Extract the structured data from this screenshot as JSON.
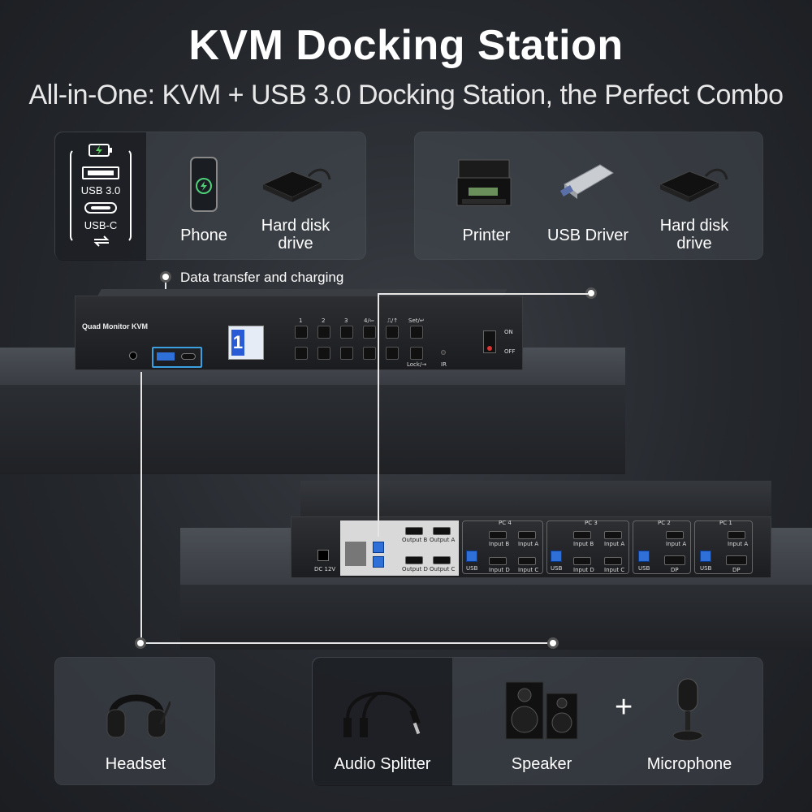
{
  "header": {
    "title": "KVM Docking Station",
    "subtitle": "All-in-One: KVM + USB 3.0 Docking Station, the Perfect Combo"
  },
  "top_left_panel": {
    "ports": [
      "USB 3.0",
      "USB-C"
    ],
    "items": [
      "Phone",
      "Hard disk\ndrive"
    ]
  },
  "top_right_panel": {
    "items": [
      "Printer",
      "USB Driver",
      "Hard disk\ndrive"
    ]
  },
  "callout": "Data transfer and charging",
  "front_device": {
    "model_label": "Quad Monitor KVM",
    "display_digit": "1",
    "key_labels_top": [
      "1",
      "2",
      "3",
      "4/⇦",
      "⎍/↑",
      "Set/↵"
    ],
    "key_labels_bottom": [
      "Lock/→",
      "IR"
    ],
    "switch_labels": [
      "ON",
      "OFF"
    ]
  },
  "back_device": {
    "pc_labels": [
      "PC 4",
      "PC 3",
      "PC 2",
      "PC 1"
    ],
    "output_labels": [
      "Output B",
      "Output A",
      "Output D",
      "Output C"
    ],
    "input_labels": [
      "Input B",
      "Input A",
      "Input D",
      "Input C"
    ],
    "port_labels": [
      "USB",
      "DP"
    ],
    "power_label": "DC 12V"
  },
  "bottom_left_panel": {
    "items": [
      "Headset"
    ]
  },
  "bottom_right_panel": {
    "items": [
      "Audio Splitter",
      "Speaker",
      "Microphone"
    ],
    "plus": "+"
  },
  "colors": {
    "usb_blue": "#2f6fd8",
    "lcd_blue": "#2a5bd7",
    "line": "#e6e6e6"
  }
}
